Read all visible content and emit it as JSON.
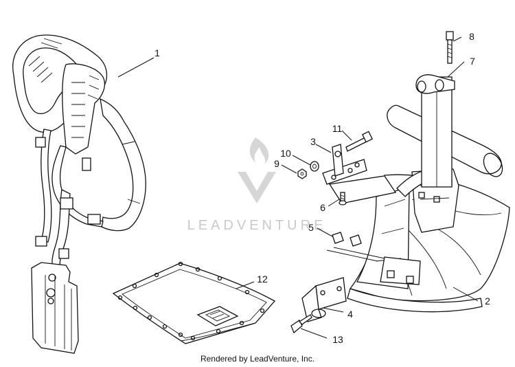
{
  "callouts": [
    {
      "id": "1",
      "label": "1"
    },
    {
      "id": "2",
      "label": "2"
    },
    {
      "id": "3",
      "label": "3"
    },
    {
      "id": "4",
      "label": "4"
    },
    {
      "id": "5",
      "label": "5"
    },
    {
      "id": "6",
      "label": "6"
    },
    {
      "id": "7",
      "label": "7"
    },
    {
      "id": "8",
      "label": "8"
    },
    {
      "id": "9",
      "label": "9"
    },
    {
      "id": "10",
      "label": "10"
    },
    {
      "id": "11",
      "label": "11"
    },
    {
      "id": "12",
      "label": "12"
    },
    {
      "id": "13",
      "label": "13"
    }
  ],
  "watermark": {
    "text": "LEADVENTURE"
  },
  "footer": {
    "credit": "Rendered by LeadVenture, Inc."
  }
}
